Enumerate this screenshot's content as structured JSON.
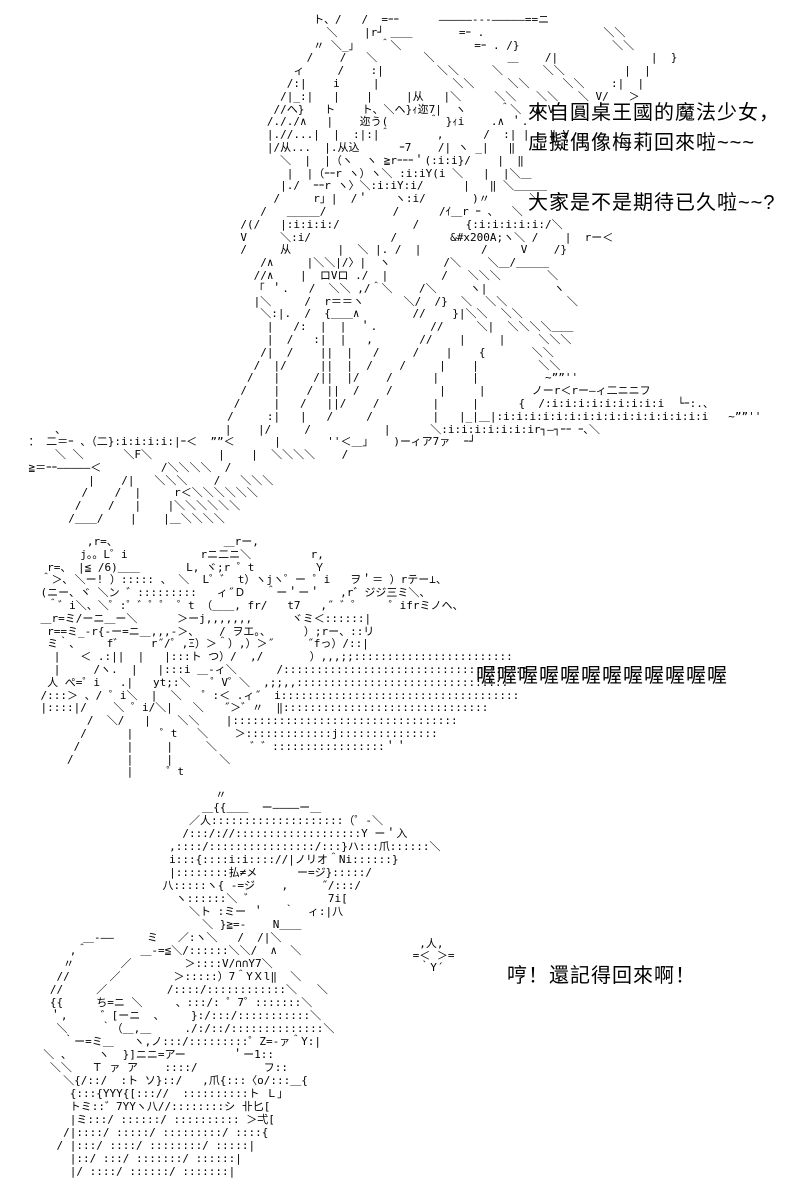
{
  "page": {
    "background_color": "#ffffff",
    "text_color": "#000000"
  },
  "dialogues": [
    {
      "name": "intro",
      "lines": [
        "來自圓桌王國的魔法少女，",
        "虛擬偶像梅莉回來啦~~~"
      ]
    },
    {
      "name": "question",
      "lines": [
        "大家是不是期待已久啦~~?"
      ]
    },
    {
      "name": "cheer",
      "lines": [
        "喔喔喔喔喔喔喔喔喔喔喔喔"
      ]
    },
    {
      "name": "retort",
      "lines": [
        "哼！還記得回來啊！"
      ]
    }
  ],
  "ascii_art": {
    "stray_entity_text": "&#x200A;",
    "magical_girl": {
      "lines": [
        "                                               ト、/   /  =ｰｰ      ―――――---―――――==ニ",
        "                                                 ＼    |r┘ ＿＿       =ｰ .                  ＼＼",
        "                                               〃 ＼_」   ＾＼           =ｰ . /}              ＼＼",
        "                                              /    /   ＼       ＼           ＿    /|              |  }",
        "                                            ィ     /    :|        ＼＼     ＼      ＼＼         |  |",
        "                                           /:|    i     |           ＼＼     ＼＼     ＼＼    :|  |",
        "                                          /|_:|   |    |     |从   |＼     ＼＼   ＼＼   ＼ V/   ＞",
        "                                         //ヘ}   ト    ト、＼ヘ}ｨ迩7|  ヽ     ＾＼  ∧ V",
        "                                        /././∧   |    迩う(      ＾ }ｨi    .∧ ＇.",
        "                                        |.//...|  |  :|:|＾       ,      /  :| |   ‖ V",
        "                                        |/从...  |.从込      ｰ7    /| ヽ _|   ‖",
        "                                          ＼  |  |（ヽ  ヽ ≧rｰｰｰ＇(:i:i}/    |  ‖",
        "                                           |  |（ｰｰr ヽ）ヽ＼ :i:iY(i ＼   |  |＼＿",
        "                                          |./  ｰｰr ヽ〉＼:i:iY:i/      |   ‖ ＼＿＿＿",
        "                                         /     r」|  /＇    ヽ:i/       )〃      ＼  ヽ",
        "                                       /   ＿＿＿/          /      /ｲ＿r ｰ 、  ＼",
        "                                    /(/   |:i:i:i:/           /       {:i:i:i:i:i:/＼",
        "                                    V     ＼:i/            /        &#x200A;ヽ＼ /    |  rー＜",
        "                                    /     从       |  ＼ |. /  |         /     V    /}",
        "                                       /∧     |＼＼|/〉|  ヽ        /＼    ＼＿/＿＿＿",
        "                                      //∧    |  ロVロ ./  |        /   ＼＼＼       ＼",
        "                                      「 ＇.   /  ＼＼ ,/＾＼    /＼     ヽ|          ヽ",
        "                                      |＼     /  r＝＝ヽ      ＼/  /}  ＼  ＼＼         ＼",
        "                                       ＼:|.  /  {＿＿∧        //    }|＼＼  ＼＼",
        "                                        |   /:  |  |  ＇.        //     ＼|  ＼＼＼＼＿＿",
        "                                        |  /   :|  |   ,       //    |     |     ＼＼＼",
        "                                       /|  /    ||  |   /     /    |    {       ＼＼",
        "                                      /  |/     ||  |  /    /     |    |         ＼＼",
        "                                     /   |     /||  |/    /      |     |          ~””''",
        "                                    /    |    /  ||  /    /       |     |       ノーr＜rー―ィ二ニニフ",
        "                                   /     |   /   ||/    /        |     |      {  /:i:i:i:i:i:i:i:i:i  └ｰ:.、",
        "                                  /     :|   |   /     /         |   |_|＿|:i:i:i:i:i:i:i:i:i:i:i:i:i:i:i:i   ~””''",
        "        、                        |    |/     /           |      ＼:i:i:i:i:i:i:ir┐―┐ｰｰ ｰ､＼",
        "    ： 二＝ｰ 、（二}:i:i:i:i:|ｰ＜  ””＜      |       ''＜＿」   )ーィア7ァ  ｰ┘",
        "        ＼ ＼      ＼F＼          |    |  ＼＼＼＼    /",
        "    ≧＝ｰｰ―――――＜         /＼＼＼＼  /",
        "             |    /|   ＼＼＼    /   ＼＼＼",
        "            /    /  |     r＜＼＼＼＼＼＼",
        "           /    /   |    |＼＼＼＼＼＼",
        "          /＿＿/    |    |＿＼＼＼＼"
      ]
    },
    "crowd": {
      "lines": [
        "           ,r=、                ＿rー,",
        "          j。。L゜i           rニ二ニ＼         r,",
        "     r=、 |≦ /6)＿＿       L, ヾ;r ゜t         Ｙ",
        "    ＾＞､ ＼ー! ）::::: 、 ＼  L゜゛ t）ヽjヽ゜ー ゜i   ヲ＇＝ ）rテー⊥、",
        "    (ニー、ヾ ＼ン ゛:::::::::   ィ˝Ｄ   ＾ー＇ー＇   ,r゛ジジ三ミ＼、",
        "     ＾゛i＼、＼゜:゜゛゜゜ ゜t （＿＿, fr/   t7   ,˝ ゛゜    ゜ifrミノヘ、",
        "    ＿r=ミ/ーニ＿ー＼      ＞ーj,,,,,,,      ヾミ＜::::::|",
        "     r==ミ_-r{-ー=ニ＿,,,-＞、   / ヲエ。、     ）;rー、::リ",
        "     ミ｀、    f゛    r˝/゜,Ξ）＞＾）,）＞˝     ˝fっ）/::|",
        "      |   ＜ .:||  |   |:::ト つ）/  ,/       ）,,,;;::::::::::::::::::::::::",
        "      |     /ヽ.  |   |:::i ＿-ィ＼      /:::::::::::::::::::::::::::::::::::::",
        "     人 ぺ=゜i   .|   yt;:＼   ゜V゜＼  ,;;,,::::::::::::::::::::::::::::::::",
        "    /:::＞ 、/ ゜i＼  |  ＼   ゜:＜ .ィ˝  i::::::::::::::::::::::::::::::::::::",
        "    |::::|/    ＼ ゜i/＼|   ＼   ˝＞゛〃  ‖:::::::::::::::::::::::::::::::",
        "           /  ＼/   |    ＼＼    |::::::::::::::::::::::::::::::::::",
        "          /      |    ゜t   ＼    ＞:::::::::::::j:::::::::::::::",
        "         /       |     |     ＼     ゛゛:::::::::::::::::＇＇",
        "        /        |     |       ＼",
        "                 |     ゜t"
      ]
    },
    "second_girl": {
      "lines": [
        "                            〃",
        "                          ＿{{＿＿  ー――――ー＿",
        "                        ／人::::::::::::::::::::（゜-＼",
        "                       /:::/://:::::::::::::::::::Υ ー＇入",
        "                     ,::::/::::::::::::::::/:::}ハ:::爪::::::＼",
        "                     i:::{::::i:i:::://|ノリオ＾Ni::::::}",
        "                     |::::::::払≠メ      ー=ジ}:::::/",
        "                    八:::::ヽ{ -=ジ    ,     ˝/:::/",
        "                      ヽ::::::＼ ゛           7i[",
        "                        ＼ト :ミー ＇   ｀  ィ:|八",
        "                          ＼ }≧=-    N＿＿",
        "        ＿-――     ミ   ／:ヽ＼   /  /|＼",
        "      ,＾        ＿-=≦＼/::::::＼＼/  ∧  ＼",
        "     〃       ／        ＞::::V/∩∩Υ7＼",
        "    //      ／        ＞:::::）7＾ΥＸl‖  ＼",
        "   //     ／         /::::/::::::::::::＼   ＼",
        "   {{     ち=ニ ＼     、:::/: ゜7゜:::::::＼",
        "   ＇,     ゛[ーニ  、    }:/:::/:::::::::::＼",
        "    ＼     ｀（＿,＿     ./:/::/::::::::::::::＼",
        "     ｀ー=ミ＿   ヽ,ノ:::/:::::::::゜Z=-ァ＾Υ:|",
        "  ＼ 、    ヽ  }]ニニ=アー       ＇ー1::",
        "   ＼＼   Ｔ ァ ̄ア    ::::/          フ::",
        "     ＼{/::/  :ト ソ}::/   ,爪{:::〈o/:::＿{",
        "      {:::{ΥΥΥ{[::://  ::::::::::ト Ｌ」",
        "      トミ::゛7ΥΥヽ八//::::::::シ 卝匕[",
        "      |ミ:::/ ::::::/ :::::::::: ＞弌[",
        "     /|::::/ :::::/ :::::::::/ ::::{",
        "    / |:::/ ::::/ ::::::::/ :::::|",
        "      |::/ :::/ :::::::/ ::::::|",
        "      |/ ::::/ ::::::/ :::::::|"
      ]
    },
    "sparkle": {
      "lines": [
        "  ,人,",
        " =＜ ＞=",
        "  ｀Y´"
      ]
    }
  }
}
